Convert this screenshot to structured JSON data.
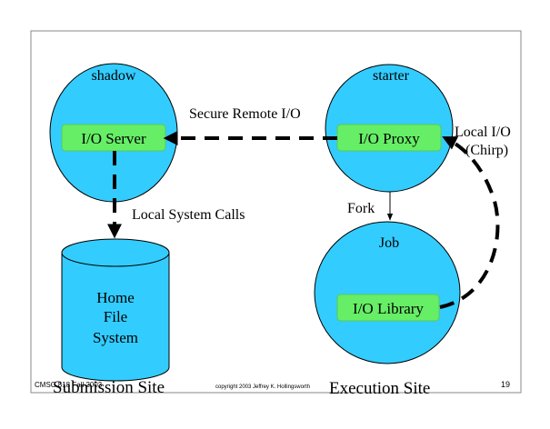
{
  "colors": {
    "circle_fill": "#33ccff",
    "box_fill": "#66ee66",
    "box_stroke": "#55cc55",
    "line": "#000000",
    "frame": "#888888"
  },
  "nodes": {
    "shadow": {
      "label": "shadow",
      "component": "I/O Server"
    },
    "starter": {
      "label": "starter",
      "component": "I/O Proxy"
    },
    "job": {
      "label": "Job",
      "component": "I/O Library"
    },
    "file_system": {
      "line1": "Home",
      "line2": "File",
      "line3": "System"
    }
  },
  "edges": {
    "secure_remote_io": "Secure Remote I/O",
    "local_system_calls": "Local System Calls",
    "fork": "Fork",
    "local_io_line1": "Local I/O",
    "local_io_line2": "(Chirp)"
  },
  "footer": {
    "left": "CMSC 818 Fall 2003",
    "submission_site": "Submission Site",
    "copyright": "copyright 2003 Jeffrey K. Hollingsworth",
    "execution_site": "Execution Site",
    "page_number": "19"
  }
}
